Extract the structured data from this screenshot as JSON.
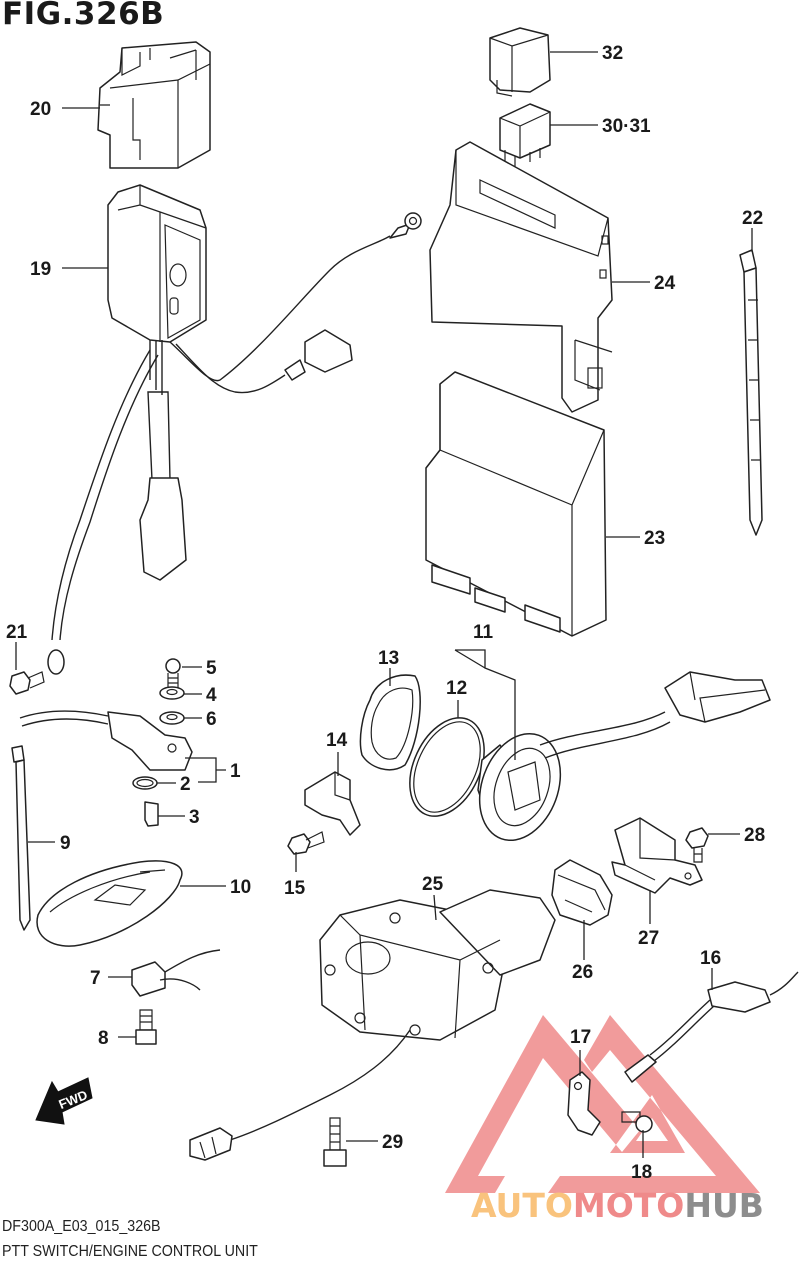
{
  "figure": {
    "title": "FIG.326B",
    "code": "DF300A_E03_015_326B",
    "caption": "PTT SWITCH/ENGINE CONTROL UNIT"
  },
  "fwd_arrow": {
    "label": "FWD"
  },
  "watermark": {
    "part1": "AUTO",
    "part2": "MOTO",
    "part3": "HUB",
    "colors": {
      "auto": "#f9c37d",
      "moto": "#ef8a8a",
      "hub": "#8d8d8d",
      "triangle": "#ef8a8a"
    }
  },
  "parts": [
    {
      "id": "1",
      "label": "1"
    },
    {
      "id": "2",
      "label": "2"
    },
    {
      "id": "3",
      "label": "3"
    },
    {
      "id": "4",
      "label": "4"
    },
    {
      "id": "5",
      "label": "5"
    },
    {
      "id": "6",
      "label": "6"
    },
    {
      "id": "7",
      "label": "7"
    },
    {
      "id": "8",
      "label": "8"
    },
    {
      "id": "9",
      "label": "9"
    },
    {
      "id": "10",
      "label": "10"
    },
    {
      "id": "11",
      "label": "11"
    },
    {
      "id": "12",
      "label": "12"
    },
    {
      "id": "13",
      "label": "13"
    },
    {
      "id": "14",
      "label": "14"
    },
    {
      "id": "15",
      "label": "15"
    },
    {
      "id": "16",
      "label": "16"
    },
    {
      "id": "17",
      "label": "17"
    },
    {
      "id": "18",
      "label": "18"
    },
    {
      "id": "19",
      "label": "19"
    },
    {
      "id": "20",
      "label": "20"
    },
    {
      "id": "21",
      "label": "21"
    },
    {
      "id": "22",
      "label": "22"
    },
    {
      "id": "23",
      "label": "23"
    },
    {
      "id": "24",
      "label": "24"
    },
    {
      "id": "25",
      "label": "25"
    },
    {
      "id": "26",
      "label": "26"
    },
    {
      "id": "27",
      "label": "27"
    },
    {
      "id": "28",
      "label": "28"
    },
    {
      "id": "29",
      "label": "29"
    },
    {
      "id": "30_31",
      "label": "30·31"
    },
    {
      "id": "32",
      "label": "32"
    }
  ]
}
